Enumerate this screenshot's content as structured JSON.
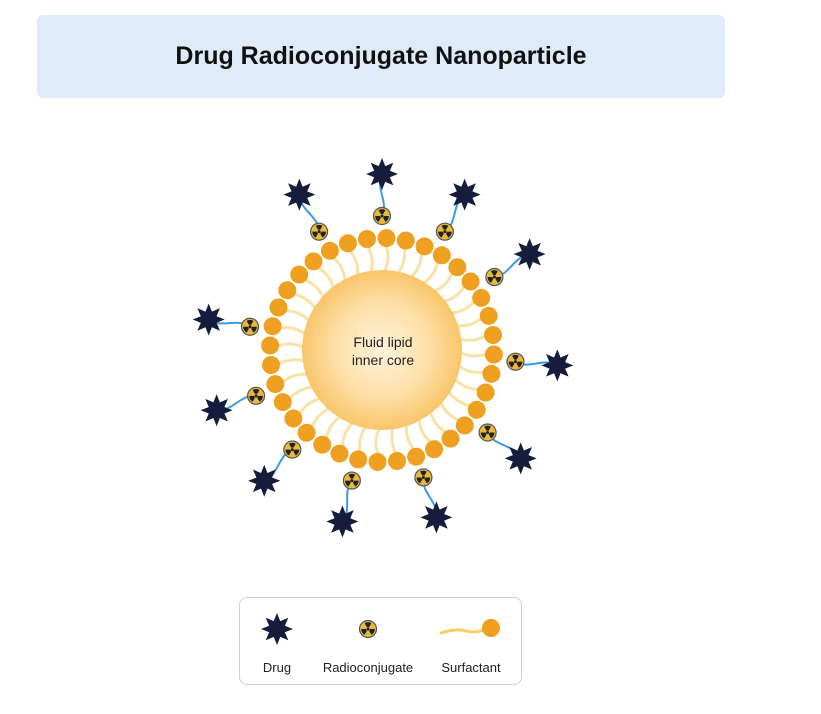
{
  "title": "Drug Radioconjugate Nanoparticle",
  "core_label": [
    "Fluid lipid",
    "inner core"
  ],
  "legend": {
    "drug": "Drug",
    "radioconjugate": "Radioconjugate",
    "surfactant": "Surfactant"
  },
  "colors": {
    "title_bg": "#dfebf8",
    "drug": "#161d3c",
    "radioconjugate": "#e8b93a",
    "surfactant_head": "#efa020",
    "surfactant_tail": "#f7e2a8",
    "linker": "#3c9be0",
    "core_center": "#fff3dc",
    "core_edge": "#f9c56a"
  },
  "icons": {
    "drug": "star-icon",
    "radioconjugate": "radiation-icon",
    "surfactant": "lipid-icon"
  }
}
